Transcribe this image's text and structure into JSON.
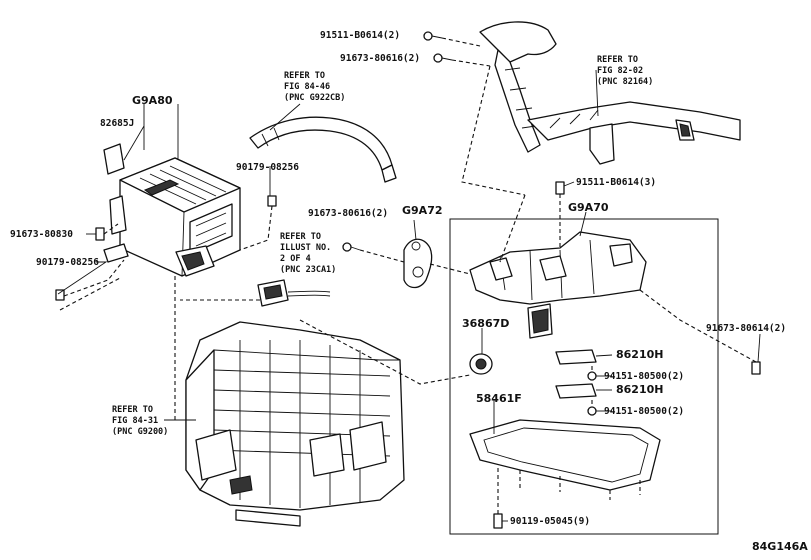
{
  "diagram": {
    "group_labels": {
      "g9a80": "G9A80",
      "g9a72": "G9A72",
      "g9a70": "G9A70"
    },
    "part_labels": {
      "p82685j": "82685J",
      "p90179_a": "90179-08256",
      "p91673_80830": "91673-80830",
      "p90179_b": "90179-08256",
      "p91511_top": "91511-B0614(2)",
      "p91673_top": "91673-80616(2)",
      "p91511_mid": "91511-B0614(3)",
      "p91673_mid": "91673-80616(2)",
      "p36867d": "36867D",
      "p91673_right": "91673-80614(2)",
      "p86210h_a": "86210H",
      "p94151_a": "94151-80500(2)",
      "p86210h_b": "86210H",
      "p94151_b": "94151-80500(2)",
      "p58461f": "58461F",
      "p90119": "90119-05045(9)"
    },
    "references": {
      "fig84_46": [
        "REFER TO",
        "FIG 84-46",
        "(PNC G922CB)"
      ],
      "fig82_02": [
        "REFER TO",
        "FIG 82-02",
        "(PNC 82164)"
      ],
      "illust2": [
        "REFER TO",
        "ILLUST NO.",
        "2 OF 4",
        "(PNC 23CA1)"
      ],
      "fig84_31": [
        "REFER TO",
        "FIG 84-31",
        "(PNC G9200)"
      ]
    },
    "code": "84G146A"
  }
}
